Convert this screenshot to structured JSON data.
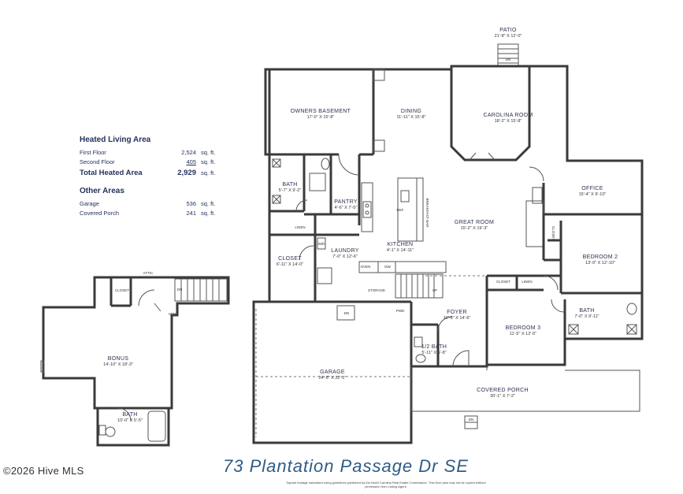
{
  "summary": {
    "heated_title": "Heated Living Area",
    "heated_rows": [
      {
        "label": "First Floor",
        "value": "2,524",
        "unit": "sq. ft."
      },
      {
        "label": "Second Floor",
        "value": "405",
        "unit": "sq. ft."
      }
    ],
    "total": {
      "label": "Total Heated Area",
      "value": "2,929",
      "unit": "sq. ft."
    },
    "other_title": "Other Areas",
    "other_rows": [
      {
        "label": "Garage",
        "value": "536",
        "unit": "sq. ft."
      },
      {
        "label": "Covered Porch",
        "value": "241",
        "unit": "sq. ft."
      }
    ]
  },
  "rooms": {
    "patio": {
      "name": "PATIO",
      "dim": "21'-8\" X 12'-0\""
    },
    "owners": {
      "name": "OWNERS BASEMENT",
      "dim": "17'-0\" X 15'-8\""
    },
    "dining": {
      "name": "DINING",
      "dim": "11'-11\" X 15'-8\""
    },
    "carolina": {
      "name": "CAROLINA ROOM",
      "dim": "18'-2\" X 15'-8\""
    },
    "bath1": {
      "name": "BATH",
      "dim": "5'-7\" X 9'-2\""
    },
    "pantry": {
      "name": "PANTRY",
      "dim": "4'-6\" X 7'-5\""
    },
    "office": {
      "name": "OFFICE",
      "dim": "15'-4\" X 9'-10\""
    },
    "great": {
      "name": "GREAT ROOM",
      "dim": "15'-2\" X 19'-3\""
    },
    "kitchen": {
      "name": "KITCHEN",
      "dim": "4'-1\" X 14'-11\""
    },
    "laundry": {
      "name": "LAUNDRY",
      "dim": "7'-0\" X 12'-6\""
    },
    "closet_main": {
      "name": "CLOSET",
      "dim": "6'-11\" X 14'-0\""
    },
    "bedroom2": {
      "name": "BEDROOM 2",
      "dim": "13'-0\" X 12'-10\""
    },
    "bedroom3": {
      "name": "BEDROOM 3",
      "dim": "11'-5\" X 12'-5\""
    },
    "bath3": {
      "name": "BATH",
      "dim": "7'-0\" X 9'-11\""
    },
    "foyer": {
      "name": "FOYER",
      "dim": "10'-5\" X 14'-6\""
    },
    "half_bath": {
      "name": "1/2 BATH",
      "dim": "5'-11\" X 5'-8\""
    },
    "garage": {
      "name": "GARAGE",
      "dim": "24'-5\" X 22'-1\""
    },
    "porch": {
      "name": "COVERED PORCH",
      "dim": "30'-1\" X 7'-2\""
    },
    "bonus": {
      "name": "BONUS",
      "dim": "14'-10\" X 18'-3\""
    },
    "bath_bonus": {
      "name": "BATH",
      "dim": "10'-0\" X 5'-5\""
    }
  },
  "small_labels": {
    "storage": "STORAGE",
    "closet": "CLOSET",
    "linen": "LINEN",
    "attic": "ATTIC",
    "dn": "DN",
    "up": "UP",
    "pwd": "PWD",
    "oven": "OVEN",
    "wd": "W/D",
    "dw": "DW",
    "ref": "REF",
    "island": "BREAKFAST BAR"
  },
  "address": "73 Plantation Passage Dr SE",
  "fineprint": "Square footage calculated using guidelines published by the North Carolina Real Estate Commission. This floor plan may not be copied without permission from Listing Agent.",
  "watermark": "©2026 Hive MLS",
  "colors": {
    "ink": "#24325c",
    "wall": "#3a3a3a",
    "address": "#2f5b86"
  }
}
